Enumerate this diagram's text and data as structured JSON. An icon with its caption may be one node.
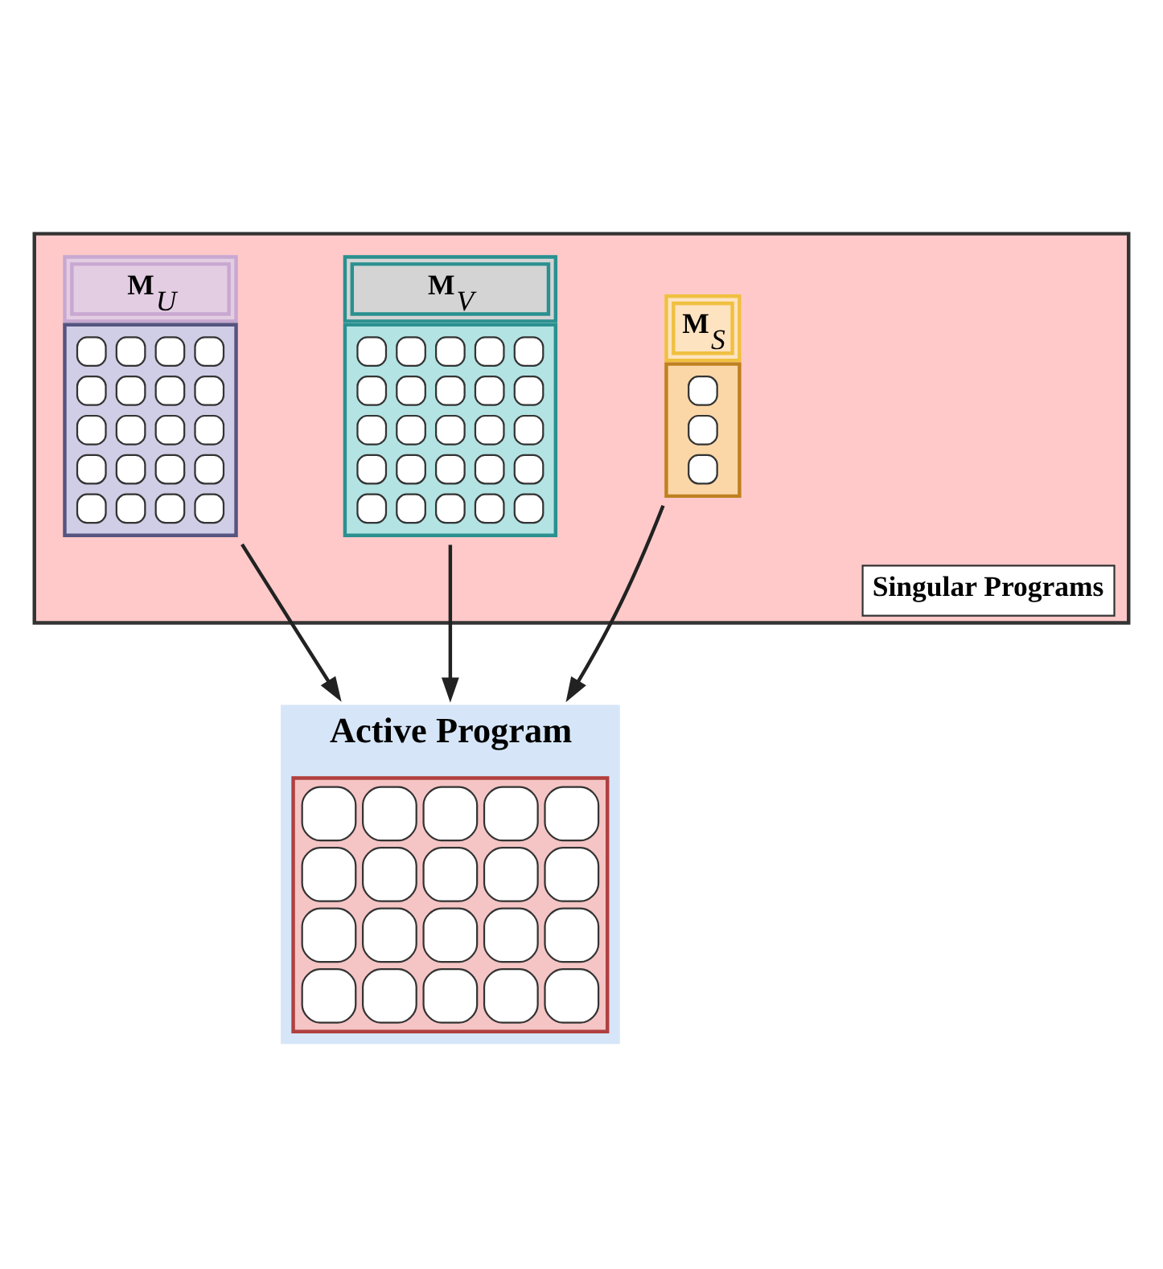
{
  "diagram": {
    "nodes": [
      {
        "text": [
          "Singular Programs"
        ]
      },
      {
        "text": [
          "**M**$_{U}$"
        ],
        "in": 0
      },
      {
        "text": [
          "**M**$_{V}$"
        ],
        "in": 0
      },
      {
        "text": [
          "**M**$_{S}$"
        ],
        "in": 0
      },
      {
        "text": [
          "Active Program"
        ]
      }
    ],
    "edges": [
      {
        "from": 1,
        "to": 4,
        "arrow": "to"
      },
      {
        "from": 2,
        "to": 4,
        "arrow": "to"
      },
      {
        "from": 3,
        "to": 4,
        "arrow": "to"
      }
    ]
  }
}
